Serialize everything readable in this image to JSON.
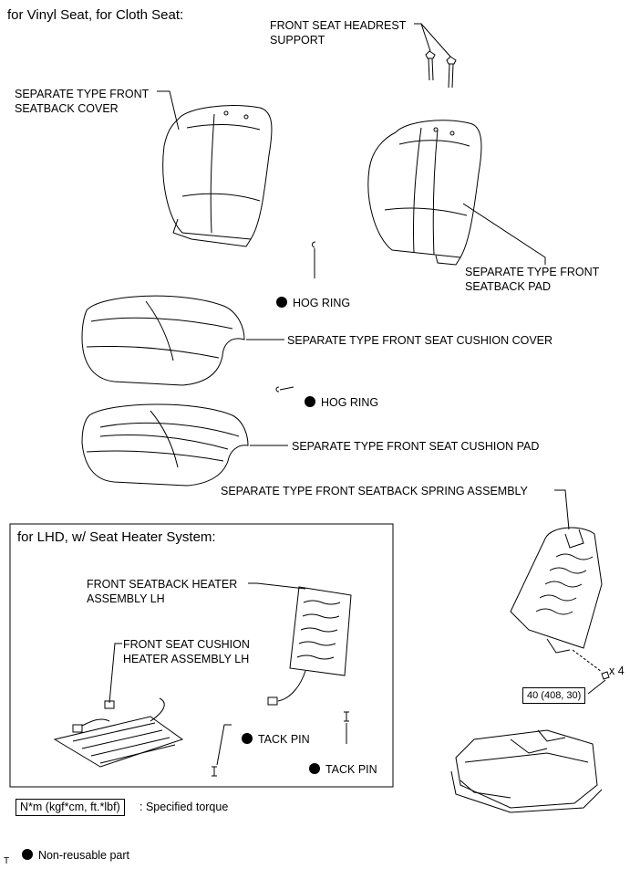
{
  "title": "for Vinyl Seat, for Cloth Seat:",
  "labels": {
    "headrest_support": "FRONT SEAT HEADREST\nSUPPORT",
    "seatback_cover": "SEPARATE TYPE FRONT\nSEATBACK COVER",
    "seatback_pad": "SEPARATE TYPE FRONT\nSEATBACK PAD",
    "hog_ring_1": "HOG RING",
    "cushion_cover": "SEPARATE TYPE FRONT SEAT CUSHION COVER",
    "hog_ring_2": "HOG RING",
    "cushion_pad": "SEPARATE TYPE FRONT SEAT CUSHION PAD",
    "spring_assembly": "SEPARATE TYPE FRONT SEATBACK SPRING ASSEMBLY",
    "qty": "x 4",
    "torque": "40 (408, 30)"
  },
  "heater_box": {
    "title": "for LHD, w/ Seat Heater System:",
    "seatback_heater": "FRONT SEATBACK HEATER\nASSEMBLY LH",
    "cushion_heater": "FRONT SEAT CUSHION\nHEATER ASSEMBLY LH",
    "tack_pin_1": "TACK PIN",
    "tack_pin_2": "TACK PIN"
  },
  "legend": {
    "torque_unit": "N*m (kgf*cm, ft.*lbf)",
    "torque_desc": ": Specified torque",
    "non_reusable": "Non-reusable part"
  },
  "corner_mark": "T"
}
